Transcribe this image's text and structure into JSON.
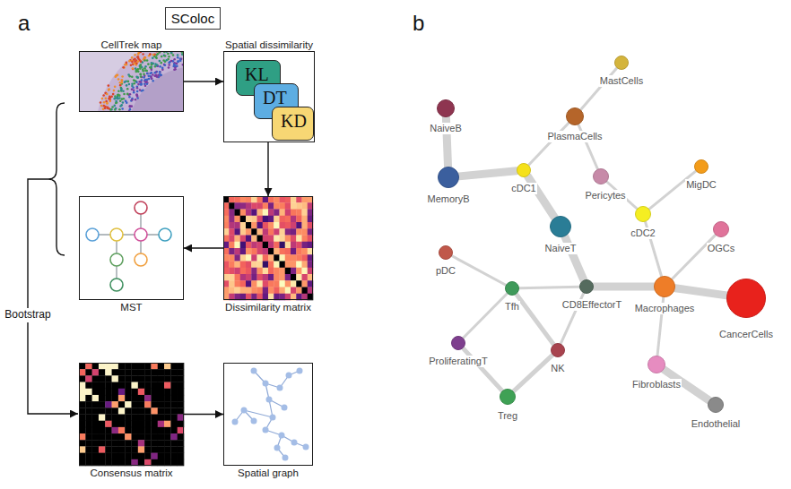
{
  "diagram": {
    "nodes": [
      {
        "text": [
          "SColoc"
        ]
      },
      {
        "text": [
          "CellTrek map"
        ]
      },
      {
        "text": [
          "Spatial dissimilarity"
        ]
      },
      {
        "text": [
          "KL"
        ],
        "in": 2
      },
      {
        "text": [
          "DT"
        ],
        "in": 2
      },
      {
        "text": [
          "KD"
        ],
        "in": 2
      },
      {
        "text": [
          "MST"
        ]
      },
      {
        "text": [
          "Dissimilarity matrix"
        ]
      },
      {
        "text": [
          "Consensus matrix"
        ]
      },
      {
        "text": [
          "Spatial graph"
        ]
      },
      {
        "text": [
          "MastCells"
        ]
      },
      {
        "text": [
          "PlasmaCells"
        ]
      },
      {
        "text": [
          "NaiveB"
        ]
      },
      {
        "text": [
          "MemoryB"
        ]
      },
      {
        "text": [
          "cDC1"
        ]
      },
      {
        "text": [
          "Pericytes"
        ]
      },
      {
        "text": [
          "MigDC"
        ]
      },
      {
        "text": [
          "cDC2"
        ]
      },
      {
        "text": [
          "NaiveT"
        ]
      },
      {
        "text": [
          "OGCs"
        ]
      },
      {
        "text": [
          "pDC"
        ]
      },
      {
        "text": [
          "Tfh"
        ]
      },
      {
        "text": [
          "CD8EffectorT"
        ]
      },
      {
        "text": [
          "Macrophages"
        ]
      },
      {
        "text": [
          "CancerCells"
        ]
      },
      {
        "text": [
          "ProliferatingT"
        ]
      },
      {
        "text": [
          "NK"
        ]
      },
      {
        "text": [
          "Fibroblasts"
        ]
      },
      {
        "text": [
          "Treg"
        ]
      },
      {
        "text": [
          "Endothelial"
        ]
      }
    ],
    "edges": [
      {
        "from": 1,
        "to": 2,
        "arrow": "to"
      },
      {
        "from": 2,
        "to": 7,
        "arrow": "to"
      },
      {
        "from": 7,
        "to": 6,
        "arrow": "to"
      },
      {
        "from": 8,
        "to": 9,
        "arrow": "to"
      },
      {
        "from": 10,
        "to": 11,
        "arrow": "none"
      },
      {
        "from": 12,
        "to": 13,
        "arrow": "none"
      },
      {
        "from": 13,
        "to": 14,
        "arrow": "none"
      },
      {
        "from": 14,
        "to": 11,
        "arrow": "none"
      },
      {
        "from": 11,
        "to": 15,
        "arrow": "none"
      },
      {
        "from": 14,
        "to": 18,
        "arrow": "none"
      },
      {
        "from": 15,
        "to": 17,
        "arrow": "none"
      },
      {
        "from": 16,
        "to": 17,
        "arrow": "none"
      },
      {
        "from": 17,
        "to": 23,
        "arrow": "none"
      },
      {
        "from": 19,
        "to": 23,
        "arrow": "none"
      },
      {
        "from": 18,
        "to": 22,
        "arrow": "none"
      },
      {
        "from": 22,
        "to": 23,
        "arrow": "none"
      },
      {
        "from": 23,
        "to": 24,
        "arrow": "none"
      },
      {
        "from": 20,
        "to": 21,
        "arrow": "none"
      },
      {
        "from": 21,
        "to": 22,
        "arrow": "none"
      },
      {
        "from": 21,
        "to": 26,
        "arrow": "none"
      },
      {
        "from": 21,
        "to": 25,
        "arrow": "none"
      },
      {
        "from": 22,
        "to": 26,
        "arrow": "none"
      },
      {
        "from": 25,
        "to": 28,
        "arrow": "none"
      },
      {
        "from": 26,
        "to": 28,
        "arrow": "none"
      },
      {
        "from": 23,
        "to": 27,
        "arrow": "none"
      },
      {
        "from": 27,
        "to": 29,
        "arrow": "none"
      }
    ],
    "labels": [
      "a",
      "b",
      "Bootstrap"
    ]
  }
}
